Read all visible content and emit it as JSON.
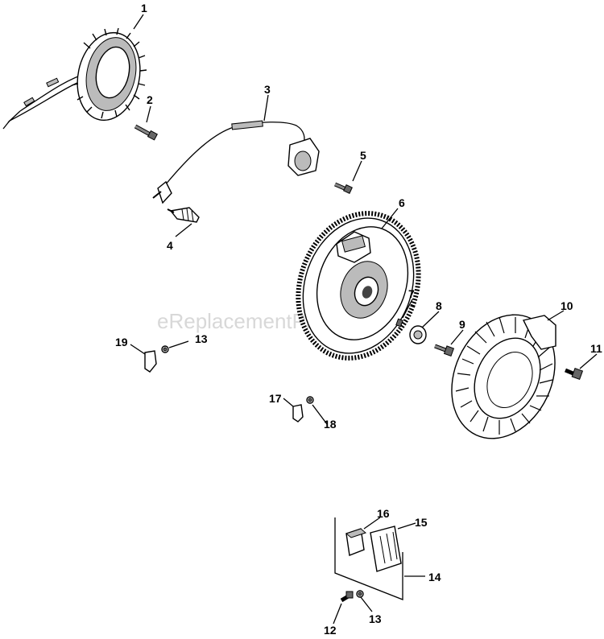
{
  "watermark": "eReplacementParts.com",
  "callouts": [
    {
      "id": "c1",
      "text": "1"
    },
    {
      "id": "c2",
      "text": "2"
    },
    {
      "id": "c3",
      "text": "3"
    },
    {
      "id": "c4",
      "text": "4"
    },
    {
      "id": "c5",
      "text": "5"
    },
    {
      "id": "c6",
      "text": "6"
    },
    {
      "id": "c7",
      "text": "7"
    },
    {
      "id": "c8",
      "text": "8"
    },
    {
      "id": "c9",
      "text": "9"
    },
    {
      "id": "c10",
      "text": "10"
    },
    {
      "id": "c11",
      "text": "11"
    },
    {
      "id": "c12",
      "text": "12"
    },
    {
      "id": "c13a",
      "text": "13"
    },
    {
      "id": "c13b",
      "text": "13"
    },
    {
      "id": "c14",
      "text": "14"
    },
    {
      "id": "c15",
      "text": "15"
    },
    {
      "id": "c16",
      "text": "16"
    },
    {
      "id": "c17",
      "text": "17"
    },
    {
      "id": "c18",
      "text": "18"
    },
    {
      "id": "c19",
      "text": "19"
    }
  ]
}
